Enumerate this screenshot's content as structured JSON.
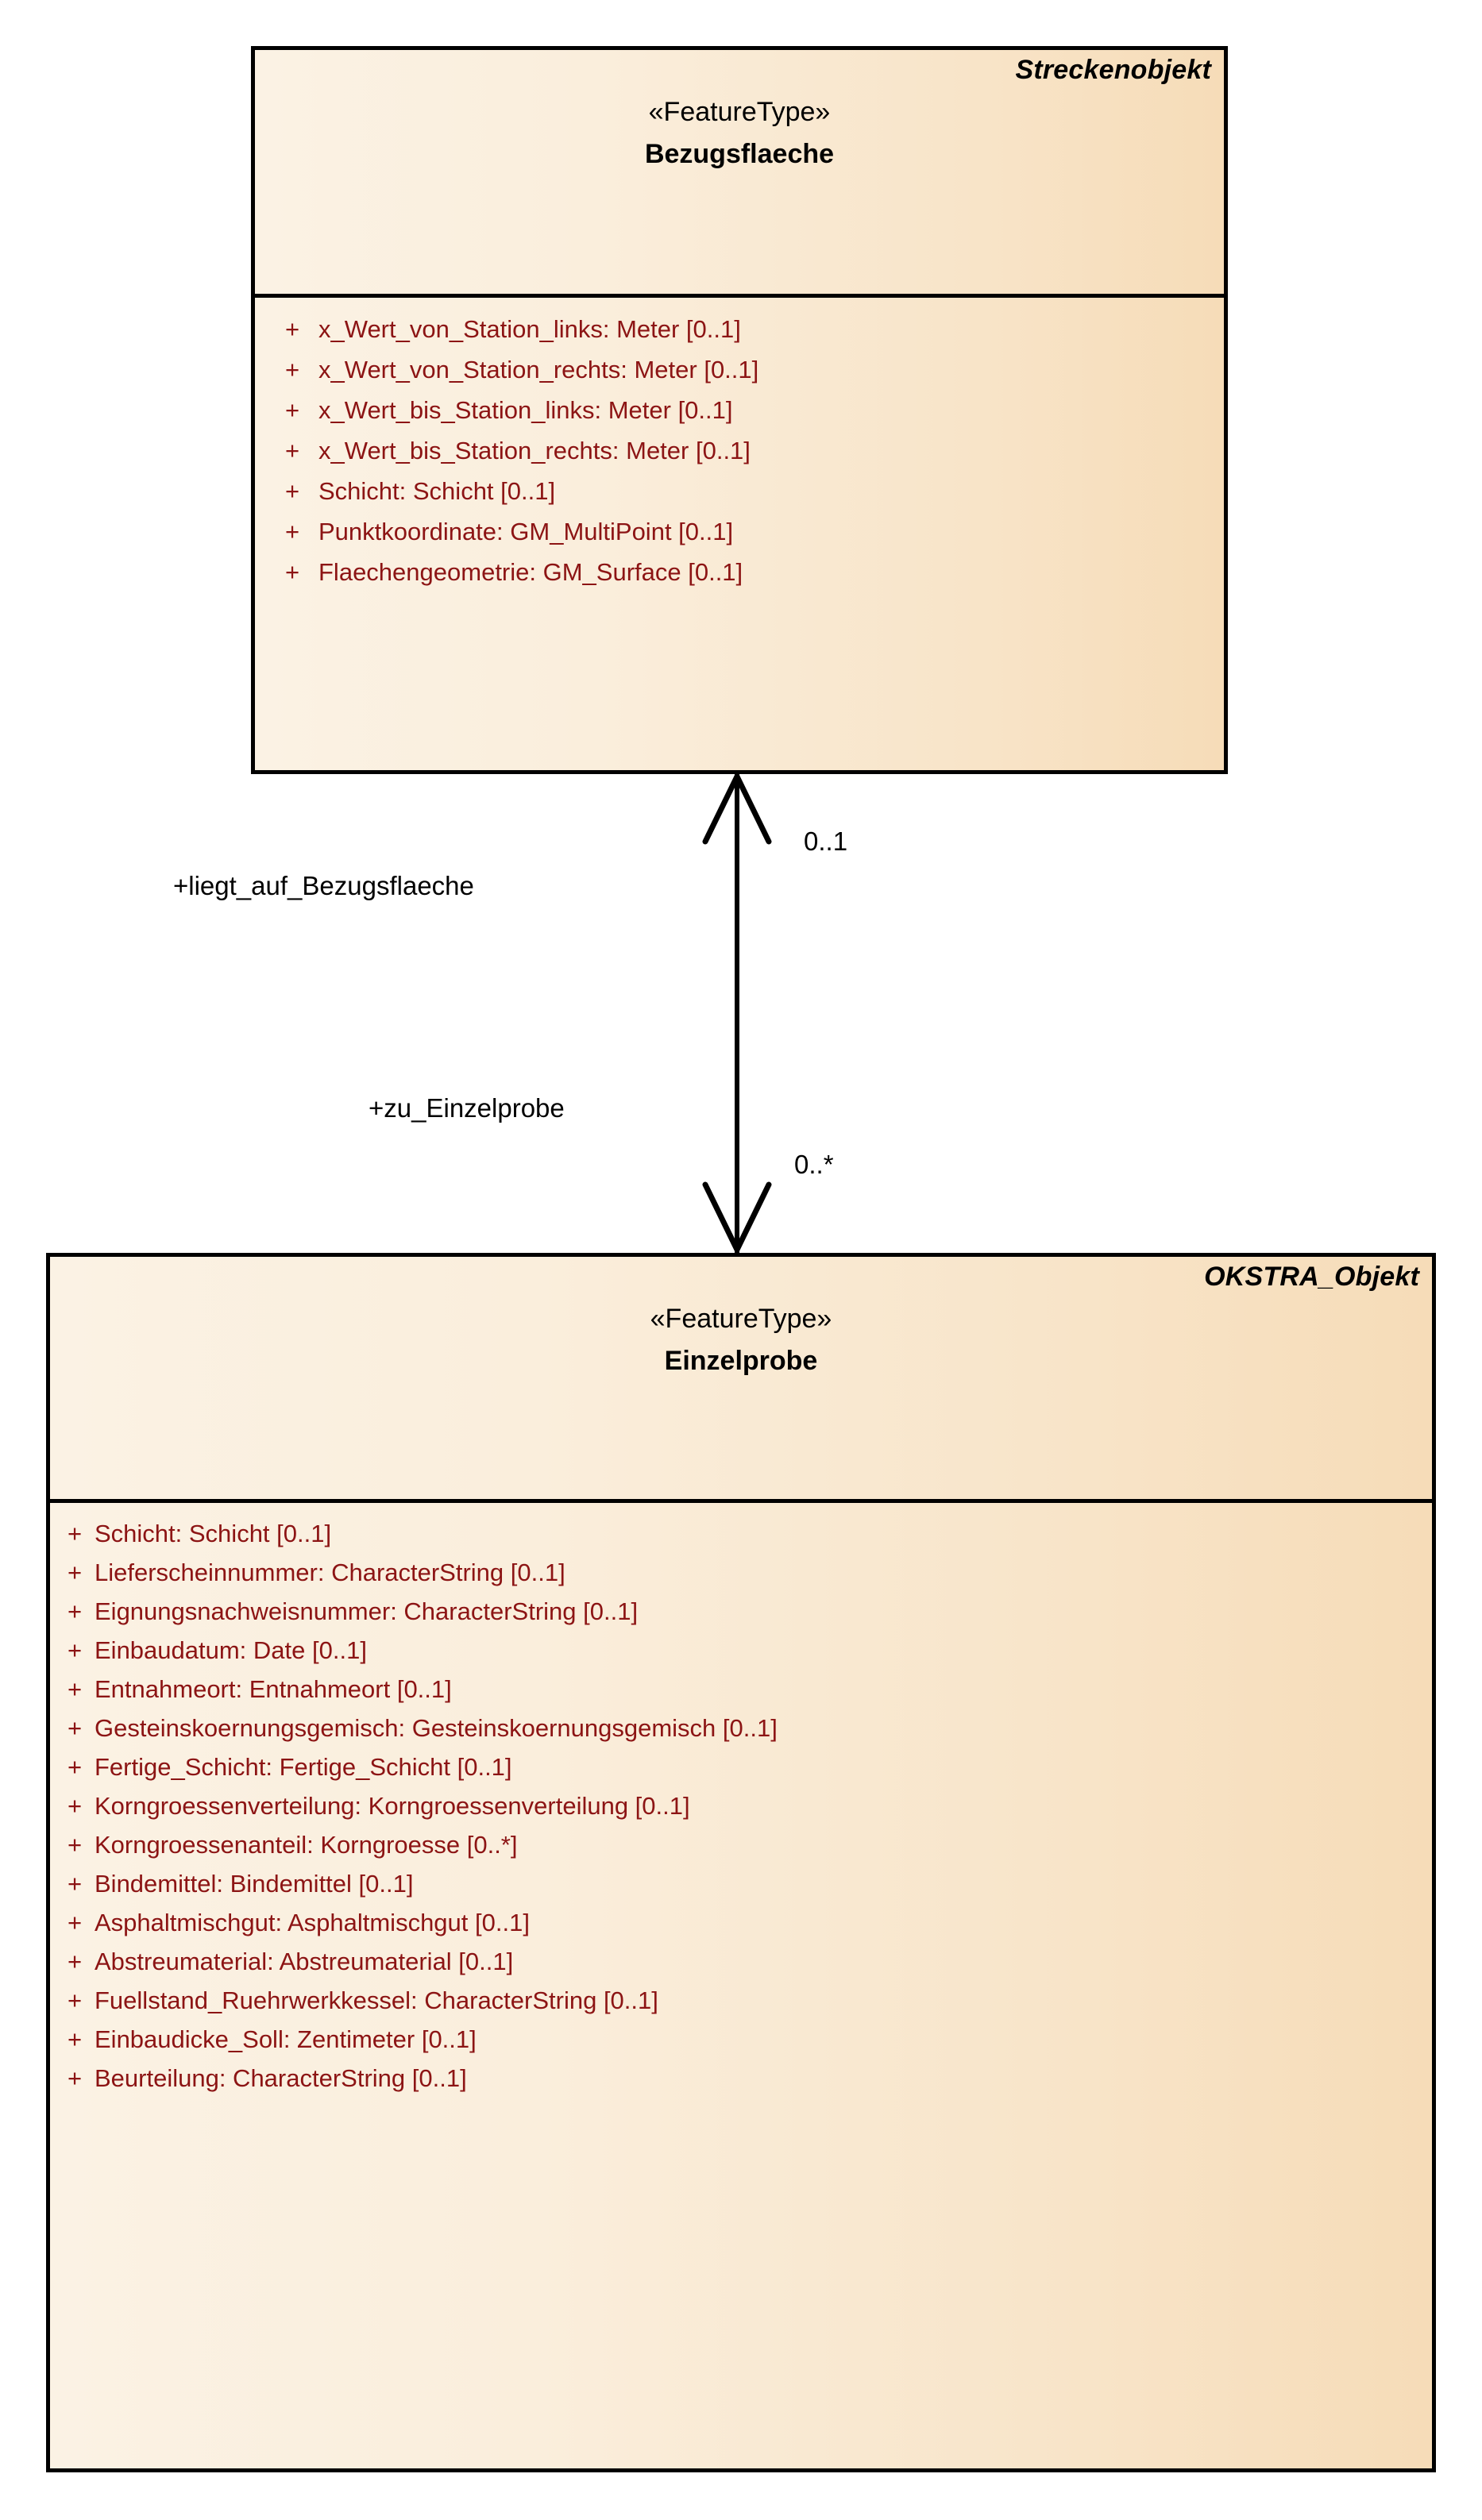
{
  "diagram": {
    "type": "uml-class-diagram",
    "background_color": "#FFFFFF",
    "class_fill_left": "#FBF2E4",
    "class_fill_right": "#F6DCB8",
    "class_border_color": "#000000",
    "attribute_text_color": "#8C1414",
    "shadow_color": "#DEDEDE"
  },
  "classes": [
    {
      "id": "bezugsflaeche",
      "package": "Streckenobjekt",
      "stereotype": "«FeatureType»",
      "name": "Bezugsflaeche",
      "attributes": [
        {
          "visibility": "+",
          "text": "x_Wert_von_Station_links: Meter [0..1]"
        },
        {
          "visibility": "+",
          "text": "x_Wert_von_Station_rechts: Meter [0..1]"
        },
        {
          "visibility": "+",
          "text": "x_Wert_bis_Station_links: Meter [0..1]"
        },
        {
          "visibility": "+",
          "text": "x_Wert_bis_Station_rechts: Meter [0..1]"
        },
        {
          "visibility": "+",
          "text": "Schicht: Schicht [0..1]"
        },
        {
          "visibility": "+",
          "text": "Punktkoordinate: GM_MultiPoint [0..1]"
        },
        {
          "visibility": "+",
          "text": "Flaechengeometrie: GM_Surface [0..1]"
        }
      ]
    },
    {
      "id": "einzelprobe",
      "package": "OKSTRA_Objekt",
      "stereotype": "«FeatureType»",
      "name": "Einzelprobe",
      "attributes": [
        {
          "visibility": "+",
          "text": "Schicht: Schicht [0..1]"
        },
        {
          "visibility": "+",
          "text": "Lieferscheinnummer: CharacterString [0..1]"
        },
        {
          "visibility": "+",
          "text": "Eignungsnachweisnummer: CharacterString [0..1]"
        },
        {
          "visibility": "+",
          "text": "Einbaudatum: Date [0..1]"
        },
        {
          "visibility": "+",
          "text": "Entnahmeort: Entnahmeort [0..1]"
        },
        {
          "visibility": "+",
          "text": "Gesteinskoernungsgemisch: Gesteinskoernungsgemisch [0..1]"
        },
        {
          "visibility": "+",
          "text": "Fertige_Schicht: Fertige_Schicht [0..1]"
        },
        {
          "visibility": "+",
          "text": "Korngroessenverteilung: Korngroessenverteilung [0..1]"
        },
        {
          "visibility": "+",
          "text": "Korngroessenanteil: Korngroesse [0..*]"
        },
        {
          "visibility": "+",
          "text": "Bindemittel: Bindemittel [0..1]"
        },
        {
          "visibility": "+",
          "text": "Asphaltmischgut: Asphaltmischgut [0..1]"
        },
        {
          "visibility": "+",
          "text": "Abstreumaterial: Abstreumaterial [0..1]"
        },
        {
          "visibility": "+",
          "text": "Fuellstand_Ruehrwerkkessel: CharacterString [0..1]"
        },
        {
          "visibility": "+",
          "text": "Einbaudicke_Soll: Zentimeter [0..1]"
        },
        {
          "visibility": "+",
          "text": "Beurteilung: CharacterString [0..1]"
        }
      ]
    }
  ],
  "association": {
    "kind": "bidirectional-association",
    "source_role": "+liegt_auf_Bezugsflaeche",
    "source_multiplicity": "0..1",
    "target_role": "+zu_Einzelprobe",
    "target_multiplicity": "0..*"
  }
}
